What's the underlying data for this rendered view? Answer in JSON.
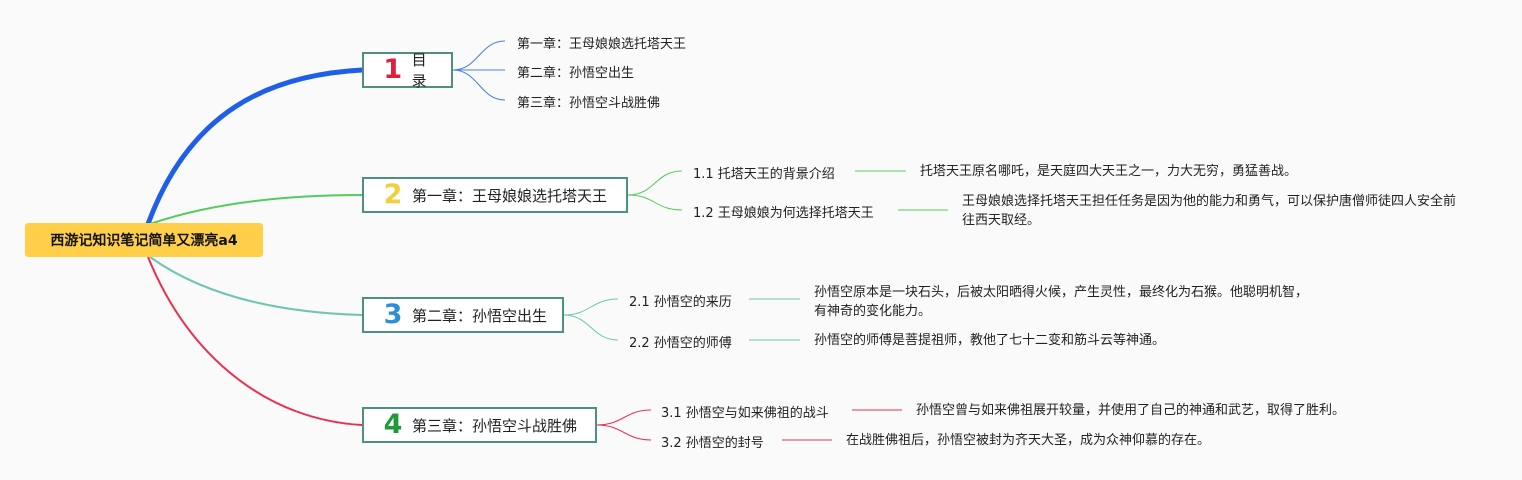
{
  "root": {
    "title": "西游记知识笔记简单又漂亮a4"
  },
  "branches": [
    {
      "num": "1",
      "num_color": "#e0203a",
      "line_color": "#1f5fe8",
      "title": "目录",
      "children": [
        {
          "label": "第一章：王母娘娘选托塔天王"
        },
        {
          "label": "第二章：孙悟空出生"
        },
        {
          "label": "第三章：孙悟空斗战胜佛"
        }
      ]
    },
    {
      "num": "2",
      "num_color": "#f2cf3c",
      "line_color": "#52cc5c",
      "title": "第一章：王母娘娘选托塔天王",
      "children": [
        {
          "label": "1.1 托塔天王的背景介绍",
          "detail": "托塔天王原名哪吒，是天庭四大天王之一，力大无穷，勇猛善战。"
        },
        {
          "label": "1.2 王母娘娘为何选择托塔天王",
          "detail": "王母娘娘选择托塔天王担任任务是因为他的能力和勇气，可以保护唐僧师徒四人安全前往西天取经。"
        }
      ]
    },
    {
      "num": "3",
      "num_color": "#2a8fd6",
      "line_color": "#6cc6b2",
      "title": "第二章：孙悟空出生",
      "children": [
        {
          "label": "2.1 孙悟空的来历",
          "detail": "孙悟空原本是一块石头，后被太阳晒得火候，产生灵性，最终化为石猴。他聪明机智，有神奇的变化能力。"
        },
        {
          "label": "2.2 孙悟空的师傅",
          "detail": "孙悟空的师傅是菩提祖师，教他了七十二变和筋斗云等神通。"
        }
      ]
    },
    {
      "num": "4",
      "num_color": "#1f9a3a",
      "line_color": "#e8304f",
      "title": "第三章：孙悟空斗战胜佛",
      "children": [
        {
          "label": "3.1 孙悟空与如来佛祖的战斗",
          "detail": "孙悟空曾与如来佛祖展开较量，并使用了自己的神通和武艺，取得了胜利。"
        },
        {
          "label": "3.2 孙悟空的封号",
          "detail": "在战胜佛祖后，孙悟空被封为齐天大圣，成为众神仰慕的存在。"
        }
      ]
    }
  ]
}
